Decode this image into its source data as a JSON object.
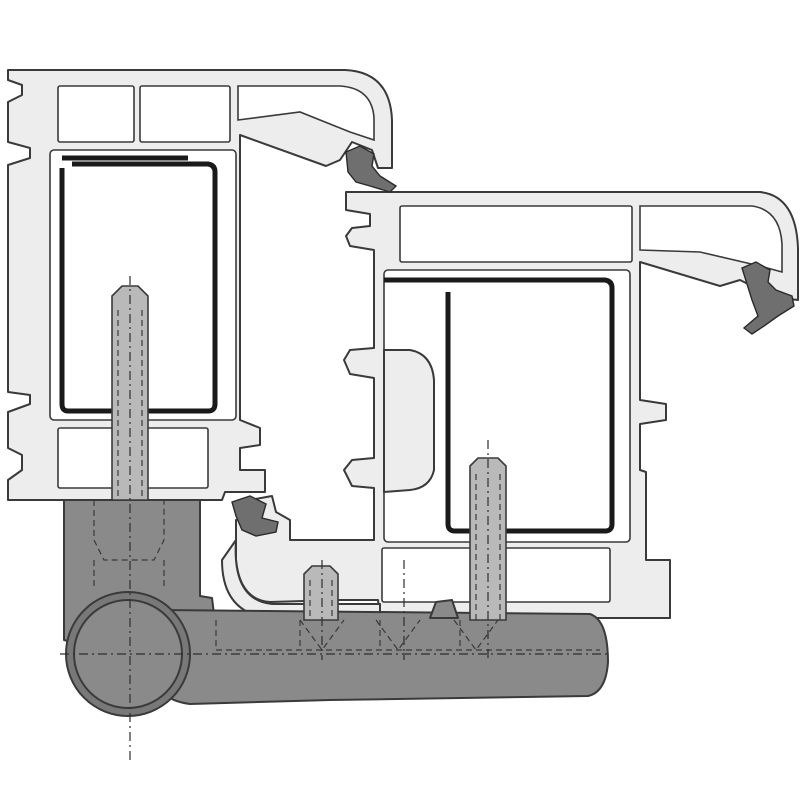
{
  "figure": {
    "parts": [
      {
        "name": "frame-profile",
        "icon": "pvc-frame-profile"
      },
      {
        "name": "sash-profile",
        "icon": "pvc-sash-profile"
      },
      {
        "name": "steel-reinforcement",
        "icon": "steel-reinforcement-profile"
      },
      {
        "name": "seal-gasket",
        "icon": "rubber-gasket"
      },
      {
        "name": "hinge-body",
        "icon": "hinge"
      },
      {
        "name": "hinge-screw",
        "icon": "screw"
      }
    ],
    "colors": {
      "profile": "#ededed",
      "outline": "#3a3a3a",
      "steel": "#1a1a1a",
      "hinge": "#8a8a8a",
      "screw": "#b9b9b9",
      "gasket": "#6f6f6f"
    }
  }
}
